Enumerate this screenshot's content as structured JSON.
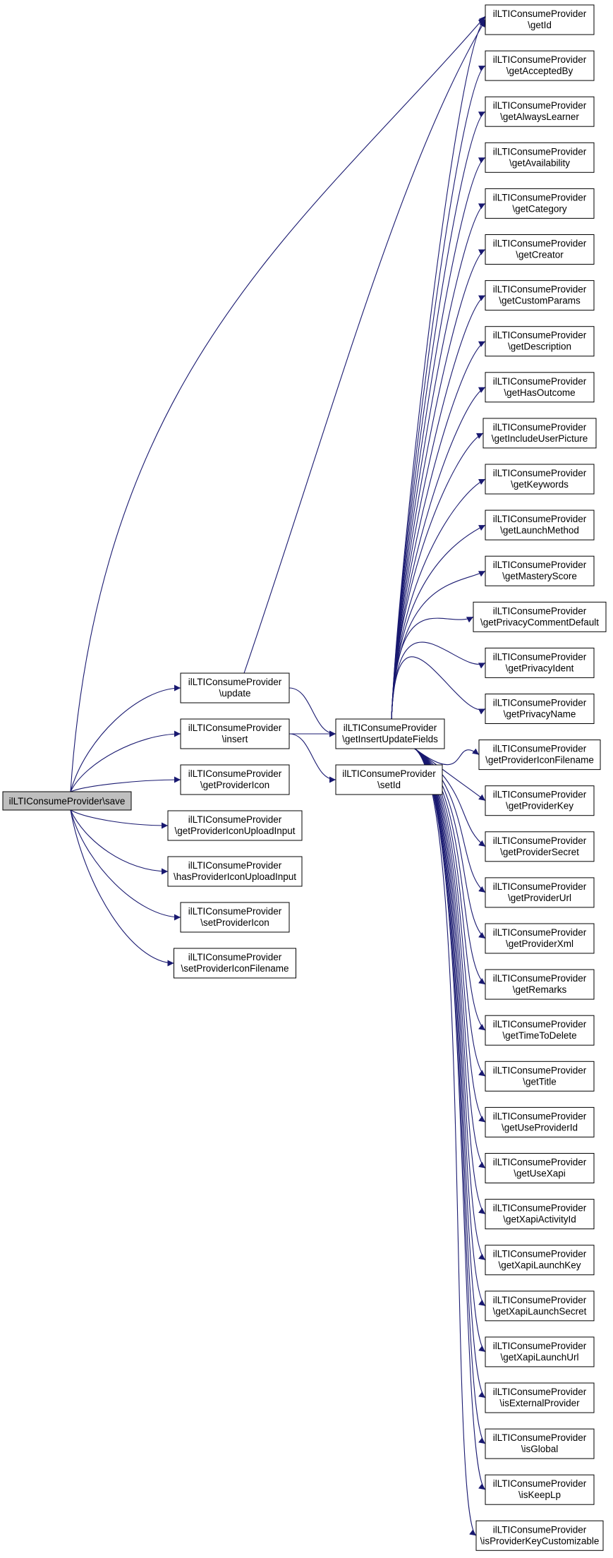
{
  "colors": {
    "edge": "#191970",
    "node_border": "#000000",
    "root_fill": "#bfbfbf",
    "node_fill": "#ffffff"
  },
  "root": {
    "id": "save",
    "lines": [
      "ilLTIConsumeProvider\\save"
    ]
  },
  "middle": [
    {
      "id": "update",
      "lines": [
        "ilLTIConsumeProvider",
        "\\update"
      ]
    },
    {
      "id": "insert",
      "lines": [
        "ilLTIConsumeProvider",
        "\\insert"
      ]
    },
    {
      "id": "getProviderIcon",
      "lines": [
        "ilLTIConsumeProvider",
        "\\getProviderIcon"
      ]
    },
    {
      "id": "getProviderIconUploadInput",
      "lines": [
        "ilLTIConsumeProvider",
        "\\getProviderIconUploadInput"
      ]
    },
    {
      "id": "hasProviderIconUploadInput",
      "lines": [
        "ilLTIConsumeProvider",
        "\\hasProviderIconUploadInput"
      ]
    },
    {
      "id": "setProviderIcon",
      "lines": [
        "ilLTIConsumeProvider",
        "\\setProviderIcon"
      ]
    },
    {
      "id": "setProviderIconFilename",
      "lines": [
        "ilLTIConsumeProvider",
        "\\setProviderIconFilename"
      ]
    }
  ],
  "hub": {
    "id": "getInsertUpdateFields",
    "lines": [
      "ilLTIConsumeProvider",
      "\\getInsertUpdateFields"
    ]
  },
  "setId": {
    "id": "setId",
    "lines": [
      "ilLTIConsumeProvider",
      "\\setId"
    ]
  },
  "right": [
    {
      "id": "getId",
      "lines": [
        "ilLTIConsumeProvider",
        "\\getId"
      ]
    },
    {
      "id": "getAcceptedBy",
      "lines": [
        "ilLTIConsumeProvider",
        "\\getAcceptedBy"
      ]
    },
    {
      "id": "getAlwaysLearner",
      "lines": [
        "ilLTIConsumeProvider",
        "\\getAlwaysLearner"
      ]
    },
    {
      "id": "getAvailability",
      "lines": [
        "ilLTIConsumeProvider",
        "\\getAvailability"
      ]
    },
    {
      "id": "getCategory",
      "lines": [
        "ilLTIConsumeProvider",
        "\\getCategory"
      ]
    },
    {
      "id": "getCreator",
      "lines": [
        "ilLTIConsumeProvider",
        "\\getCreator"
      ]
    },
    {
      "id": "getCustomParams",
      "lines": [
        "ilLTIConsumeProvider",
        "\\getCustomParams"
      ]
    },
    {
      "id": "getDescription",
      "lines": [
        "ilLTIConsumeProvider",
        "\\getDescription"
      ]
    },
    {
      "id": "getHasOutcome",
      "lines": [
        "ilLTIConsumeProvider",
        "\\getHasOutcome"
      ]
    },
    {
      "id": "getIncludeUserPicture",
      "lines": [
        "ilLTIConsumeProvider",
        "\\getIncludeUserPicture"
      ]
    },
    {
      "id": "getKeywords",
      "lines": [
        "ilLTIConsumeProvider",
        "\\getKeywords"
      ]
    },
    {
      "id": "getLaunchMethod",
      "lines": [
        "ilLTIConsumeProvider",
        "\\getLaunchMethod"
      ]
    },
    {
      "id": "getMasteryScore",
      "lines": [
        "ilLTIConsumeProvider",
        "\\getMasteryScore"
      ]
    },
    {
      "id": "getPrivacyCommentDefault",
      "lines": [
        "ilLTIConsumeProvider",
        "\\getPrivacyCommentDefault"
      ]
    },
    {
      "id": "getPrivacyIdent",
      "lines": [
        "ilLTIConsumeProvider",
        "\\getPrivacyIdent"
      ]
    },
    {
      "id": "getPrivacyName",
      "lines": [
        "ilLTIConsumeProvider",
        "\\getPrivacyName"
      ]
    },
    {
      "id": "getProviderIconFilename",
      "lines": [
        "ilLTIConsumeProvider",
        "\\getProviderIconFilename"
      ]
    },
    {
      "id": "getProviderKey",
      "lines": [
        "ilLTIConsumeProvider",
        "\\getProviderKey"
      ]
    },
    {
      "id": "getProviderSecret",
      "lines": [
        "ilLTIConsumeProvider",
        "\\getProviderSecret"
      ]
    },
    {
      "id": "getProviderUrl",
      "lines": [
        "ilLTIConsumeProvider",
        "\\getProviderUrl"
      ]
    },
    {
      "id": "getProviderXml",
      "lines": [
        "ilLTIConsumeProvider",
        "\\getProviderXml"
      ]
    },
    {
      "id": "getRemarks",
      "lines": [
        "ilLTIConsumeProvider",
        "\\getRemarks"
      ]
    },
    {
      "id": "getTimeToDelete",
      "lines": [
        "ilLTIConsumeProvider",
        "\\getTimeToDelete"
      ]
    },
    {
      "id": "getTitle",
      "lines": [
        "ilLTIConsumeProvider",
        "\\getTitle"
      ]
    },
    {
      "id": "getUseProviderId",
      "lines": [
        "ilLTIConsumeProvider",
        "\\getUseProviderId"
      ]
    },
    {
      "id": "getUseXapi",
      "lines": [
        "ilLTIConsumeProvider",
        "\\getUseXapi"
      ]
    },
    {
      "id": "getXapiActivityId",
      "lines": [
        "ilLTIConsumeProvider",
        "\\getXapiActivityId"
      ]
    },
    {
      "id": "getXapiLaunchKey",
      "lines": [
        "ilLTIConsumeProvider",
        "\\getXapiLaunchKey"
      ]
    },
    {
      "id": "getXapiLaunchSecret",
      "lines": [
        "ilLTIConsumeProvider",
        "\\getXapiLaunchSecret"
      ]
    },
    {
      "id": "getXapiLaunchUrl",
      "lines": [
        "ilLTIConsumeProvider",
        "\\getXapiLaunchUrl"
      ]
    },
    {
      "id": "isExternalProvider",
      "lines": [
        "ilLTIConsumeProvider",
        "\\isExternalProvider"
      ]
    },
    {
      "id": "isGlobal",
      "lines": [
        "ilLTIConsumeProvider",
        "\\isGlobal"
      ]
    },
    {
      "id": "isKeepLp",
      "lines": [
        "ilLTIConsumeProvider",
        "\\isKeepLp"
      ]
    },
    {
      "id": "isProviderKeyCustomizable",
      "lines": [
        "ilLTIConsumeProvider",
        "\\isProviderKeyCustomizable"
      ]
    }
  ],
  "edges": [
    [
      "save",
      "getId"
    ],
    [
      "save",
      "update"
    ],
    [
      "save",
      "insert"
    ],
    [
      "save",
      "getProviderIcon"
    ],
    [
      "save",
      "getProviderIconUploadInput"
    ],
    [
      "save",
      "hasProviderIconUploadInput"
    ],
    [
      "save",
      "setProviderIcon"
    ],
    [
      "save",
      "setProviderIconFilename"
    ],
    [
      "update",
      "getId"
    ],
    [
      "update",
      "getInsertUpdateFields"
    ],
    [
      "insert",
      "getInsertUpdateFields"
    ],
    [
      "insert",
      "setId"
    ]
  ]
}
